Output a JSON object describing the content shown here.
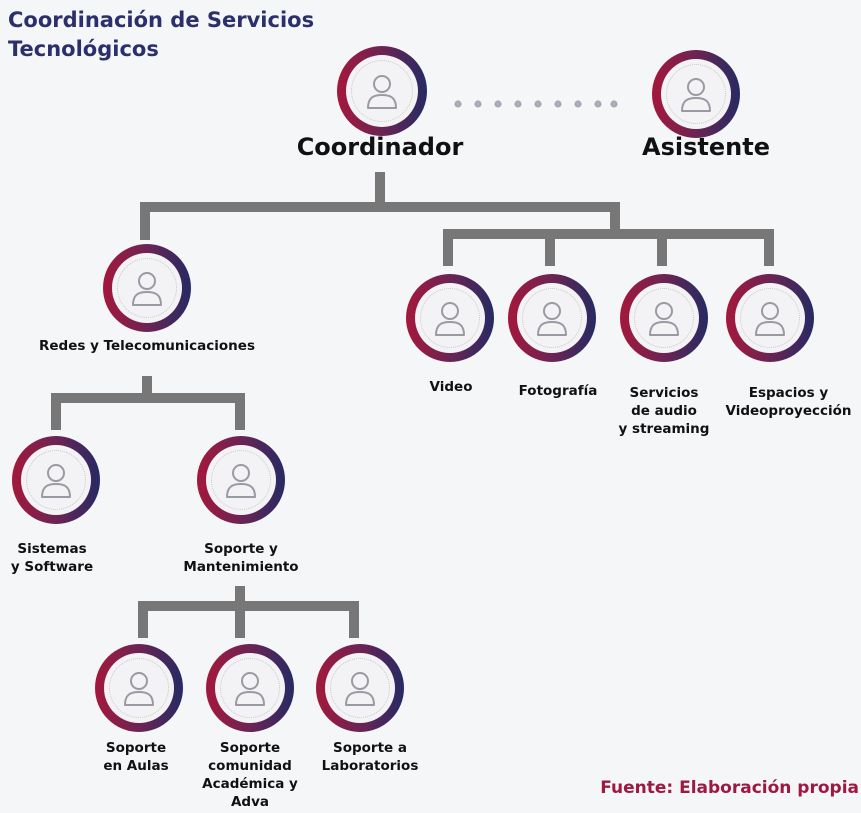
{
  "title": "Coordinación de Servicios Tecnológicos",
  "source": "Fuente: Elaboración propia",
  "colors": {
    "primary": "#a4183c",
    "secondary": "#262a63",
    "connector": "#777777",
    "title": "#2b2f6b"
  },
  "icon": "person-icon",
  "nodes": {
    "coordinador": {
      "label": "Coordinador"
    },
    "asistente": {
      "label": "Asistente"
    },
    "redes": {
      "label": "Redes y Telecomunicaciones"
    },
    "video": {
      "label": "Video"
    },
    "fotografia": {
      "label": "Fotografía"
    },
    "audio": {
      "label": "Servicios\nde audio\ny streaming"
    },
    "espacios": {
      "label": "Espacios y\nVideoproyección"
    },
    "sistemas": {
      "label": "Sistemas\ny Software"
    },
    "soporte_mant": {
      "label": "Soporte y\nMantenimiento"
    },
    "soporte_aulas": {
      "label": "Soporte\nen Aulas"
    },
    "soporte_comunidad": {
      "label": "Soporte\ncomunidad\nAcadémica y\nAdva"
    },
    "soporte_lab": {
      "label": "Soporte a\nLaboratorios"
    }
  }
}
